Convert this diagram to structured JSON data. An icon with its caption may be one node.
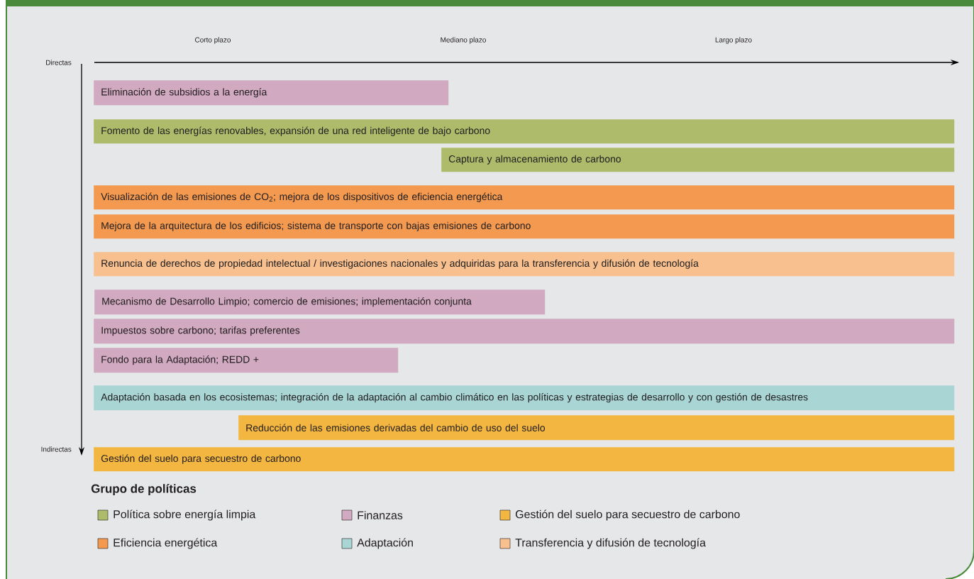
{
  "diagram": {
    "nodes": [
      {
        "text": [
          "Eliminación de subsidios a la energía"
        ]
      },
      {
        "text": [
          "Fomento de las energías renovables, expansión de una red inteligente de bajo carbono"
        ]
      },
      {
        "text": [
          "Captura y almacenamiento de carbono"
        ]
      },
      {
        "text": [
          "Visualización de las emisiones de CO$_{2}$; mejora de los dispositivos de eficiencia energética"
        ]
      },
      {
        "text": [
          "Mejora de la arquitectura de los edificios; sistema de transporte con bajas emisiones de carbono"
        ]
      },
      {
        "text": [
          "Renuncia de derechos de propiedad intelectual  / investigaciones nacionales y adquiridas para la transferencia y difusión de tecnología"
        ]
      },
      {
        "text": [
          "Mecanismo de Desarrollo Limpio; comercio de emisiones; implementación conjunta"
        ]
      },
      {
        "text": [
          "Impuestos sobre carbono; tarifas preferentes"
        ]
      },
      {
        "text": [
          "Fondo para la Adaptación; REDD +"
        ]
      },
      {
        "text": [
          "Adaptación basada en los ecosistemas; integración de la adaptación al cambio climático en las políticas y estrategias de desarrollo y con gestión de desastres"
        ]
      },
      {
        "text": [
          "Reducción de las emisiones derivadas del cambio de uso del suelo"
        ]
      },
      {
        "text": [
          "Gestión del suelo para secuestro de carbono"
        ]
      }
    ],
    "labels": [
      "Corto plazo",
      "Mediano plazo",
      "Largo plazo",
      "Directas",
      "Indirectas",
      "Grupo de políticas"
    ],
    "legend": [
      {
        "text": "Política sobre energía limpia",
        "color": "#adbb6b"
      },
      {
        "text": "Finanzas",
        "color": "#d1a9c0"
      },
      {
        "text": "Gestión del suelo para secuestro de carbono",
        "color": "#f3b641"
      },
      {
        "text": "Eficiencia energética",
        "color": "#f49a50"
      },
      {
        "text": "Adaptación",
        "color": "#a9d6d5"
      },
      {
        "text": "Transferencia y difusión de tecnología",
        "color": "#f7c08e"
      }
    ]
  }
}
